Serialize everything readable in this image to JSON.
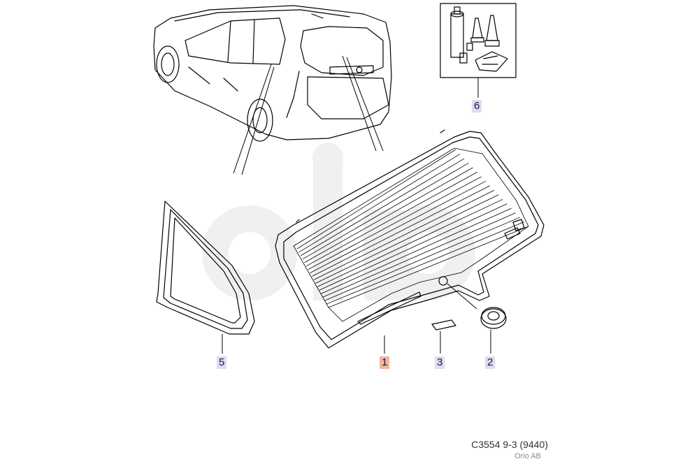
{
  "diagram": {
    "callouts": [
      {
        "id": "1",
        "label": "1",
        "highlight": true
      },
      {
        "id": "2",
        "label": "2",
        "highlight": false
      },
      {
        "id": "3",
        "label": "3",
        "highlight": false
      },
      {
        "id": "5",
        "label": "5",
        "highlight": false
      },
      {
        "id": "6",
        "label": "6",
        "highlight": false
      }
    ],
    "footer": {
      "code": "C3554 9-3 (9440)",
      "copyright": "Orio AB"
    },
    "watermark": "orio",
    "colors": {
      "callout_bg": "#dcdcf2",
      "callout_highlight": "#f4b59a",
      "watermark": "#f0f0f0"
    }
  }
}
